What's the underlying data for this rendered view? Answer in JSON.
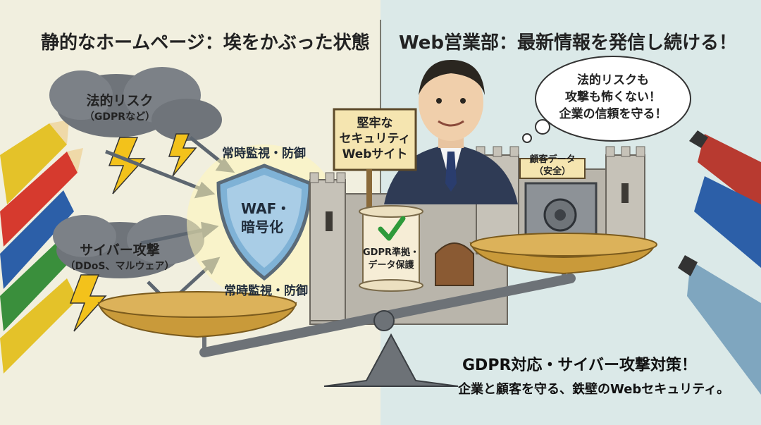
{
  "left_panel": {
    "title": "静的なホームページ：埃をかぶった状態",
    "cloud_legal": {
      "main": "法的リスク",
      "sub": "（GDPRなど）"
    },
    "cloud_cyber": {
      "main": "サイバー攻撃",
      "sub": "（DDoS、マルウェア）"
    },
    "monitor_top": "常時監視・防御",
    "monitor_bottom": "常時監視・防御",
    "shield_label_1": "WAF・",
    "shield_label_2": "暗号化"
  },
  "right_panel": {
    "title": "Web営業部：最新情報を発信し続ける！",
    "speech_bubble": [
      "法的リスクも",
      "攻撃も怖くない！",
      "企業の信頼を守る！"
    ],
    "sign": [
      "堅牢な",
      "セキュリティ",
      "Webサイト"
    ],
    "scroll": [
      "GDPR準拠・",
      "データ保護"
    ],
    "vault_label": [
      "顧客データ",
      "（安全）"
    ],
    "caption_line1": "GDPR対応・サイバー攻撃対策！",
    "caption_line2": "企業と顧客を守る、鉄壁のWebセキュリティ。"
  },
  "colors": {
    "left_bg": "#f1efdf",
    "right_bg": "#dbe9e8",
    "cloud": "#6f747a",
    "lightning": "#f3c21b",
    "shield": "#7fb2d6",
    "castle": "#b9b5ab",
    "scale_gold": "#c99a3a",
    "suit": "#2f3b55"
  }
}
